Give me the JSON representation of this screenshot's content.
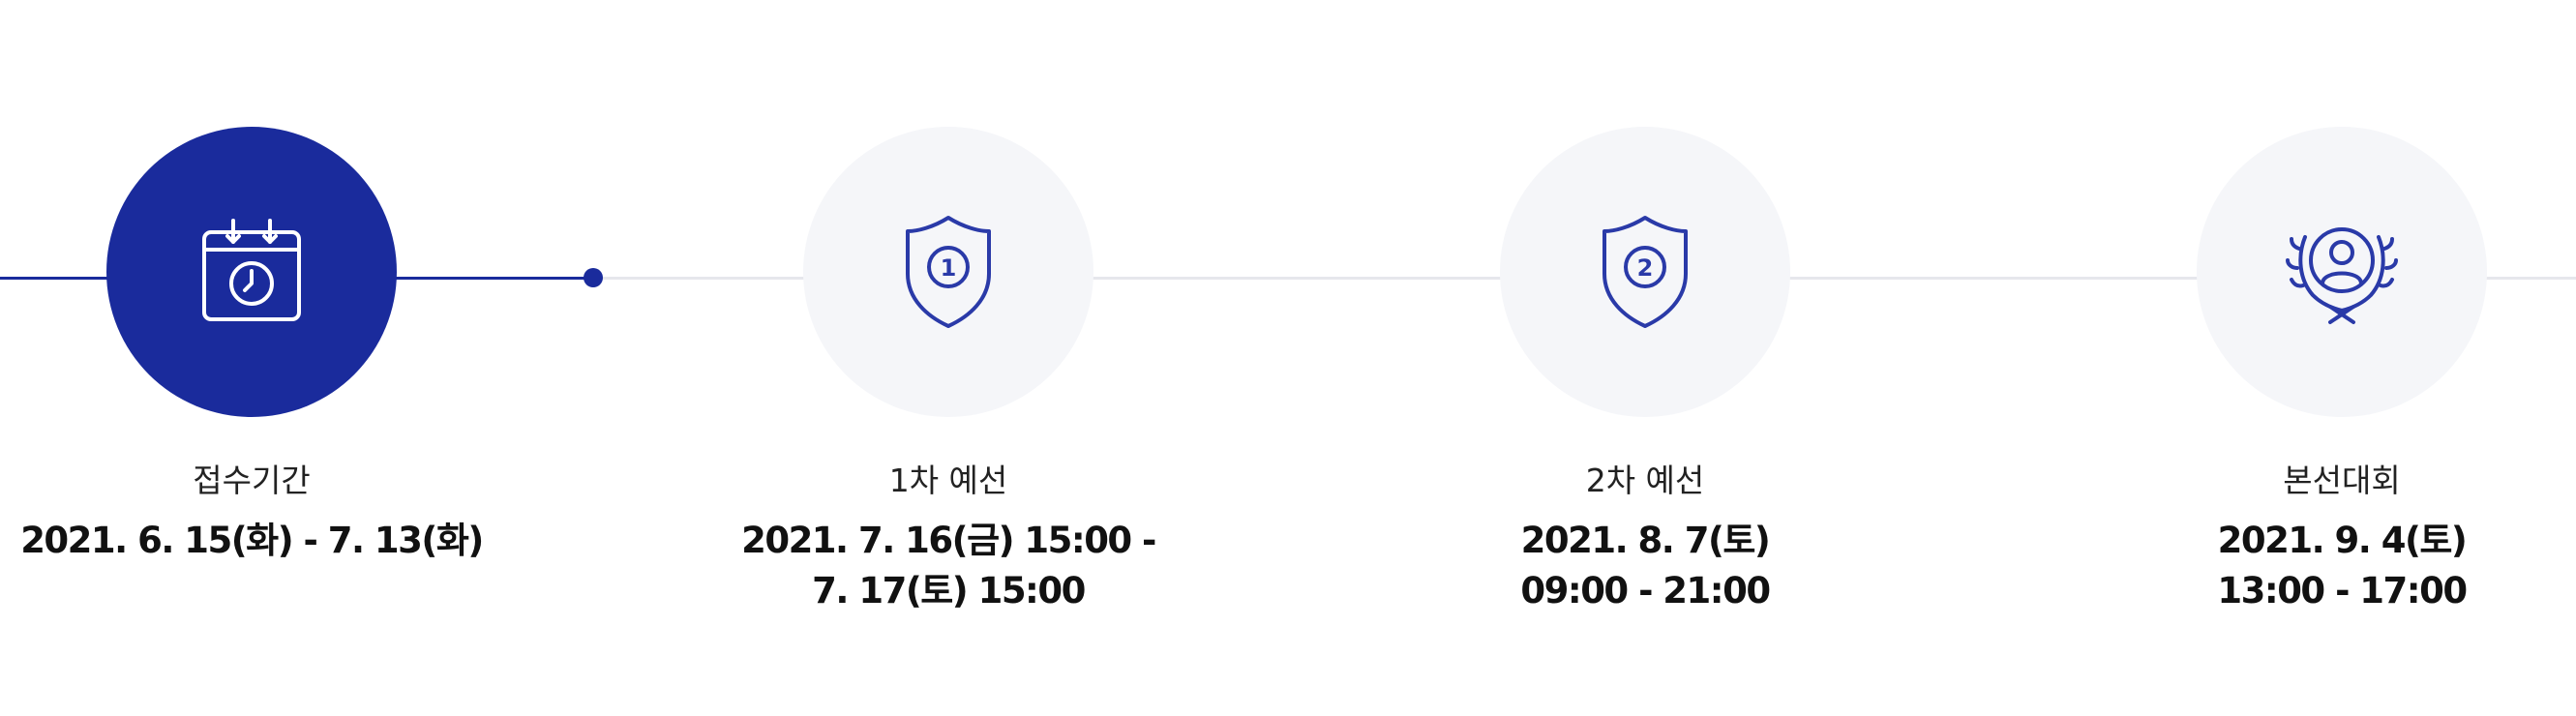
{
  "colors": {
    "accent": "#1a2b9c",
    "circle_inactive": "#f5f6f9",
    "track": "#e6e7ec",
    "text_label": "#222222",
    "text_date": "#111111"
  },
  "steps": [
    {
      "label": "접수기간",
      "date_line1": "2021. 6. 15(화) - 7. 13(화)",
      "date_line2": "",
      "icon": "calendar-clock-icon",
      "active": true
    },
    {
      "label": "1차 예선",
      "date_line1": "2021. 7. 16(금) 15:00 -",
      "date_line2": "7. 17(토) 15:00",
      "icon": "shield-1-icon",
      "active": false
    },
    {
      "label": "2차 예선",
      "date_line1": "2021. 8. 7(토)",
      "date_line2": "09:00 - 21:00",
      "icon": "shield-2-icon",
      "active": false
    },
    {
      "label": "본선대회",
      "date_line1": "2021. 9. 4(토)",
      "date_line2": "13:00 - 17:00",
      "icon": "laurel-user-icon",
      "active": false
    }
  ]
}
